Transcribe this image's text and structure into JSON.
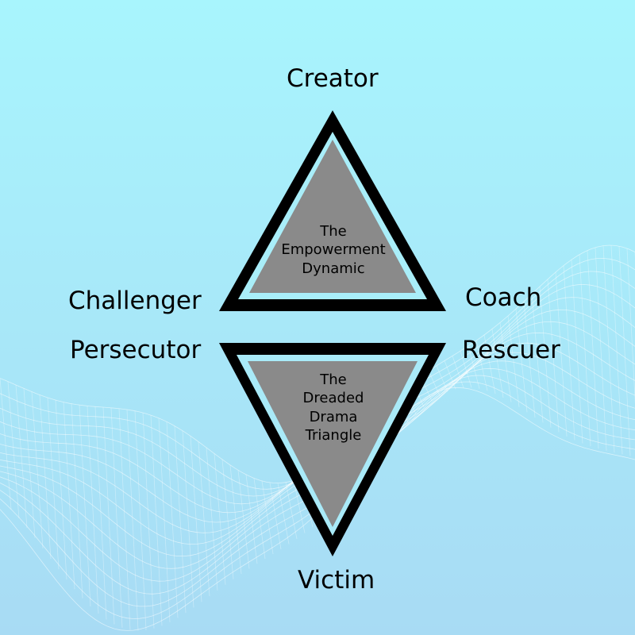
{
  "diagram": {
    "top_triangle": {
      "vertex_top": "Creator",
      "vertex_left": "Challenger",
      "vertex_right": "Coach",
      "center_text": "The\nEmpowerment\nDynamic"
    },
    "bottom_triangle": {
      "vertex_left": "Persecutor",
      "vertex_right": "Rescuer",
      "vertex_bottom": "Victim",
      "center_text": "The\nDreaded\nDrama\nTriangle"
    }
  },
  "colors": {
    "background_top": "#a8f4fc",
    "background_bottom": "#a7dcf5",
    "triangle_outline": "#000000",
    "triangle_fill": "#8b8b8b",
    "inner_gap": "#a8ecf8",
    "mesh": "#ffffff"
  }
}
